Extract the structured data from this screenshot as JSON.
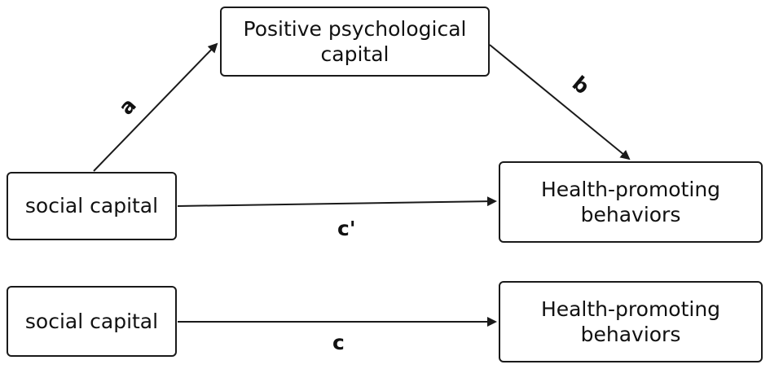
{
  "diagram": {
    "nodes": {
      "mediator": "Positive psychological capital",
      "x_top": "social capital",
      "y_top": "Health-promoting behaviors",
      "x_bottom": "social capital",
      "y_bottom": "Health-promoting behaviors"
    },
    "paths": {
      "a": "a",
      "b": "b",
      "c_prime": "c'",
      "c": "c"
    },
    "edges": [
      {
        "from": "x_top",
        "to": "mediator",
        "label": "a"
      },
      {
        "from": "mediator",
        "to": "y_top",
        "label": "b"
      },
      {
        "from": "x_top",
        "to": "y_top",
        "label": "c'"
      },
      {
        "from": "x_bottom",
        "to": "y_bottom",
        "label": "c"
      }
    ],
    "colors": {
      "stroke": "#1a1a1a",
      "background": "#ffffff"
    }
  }
}
